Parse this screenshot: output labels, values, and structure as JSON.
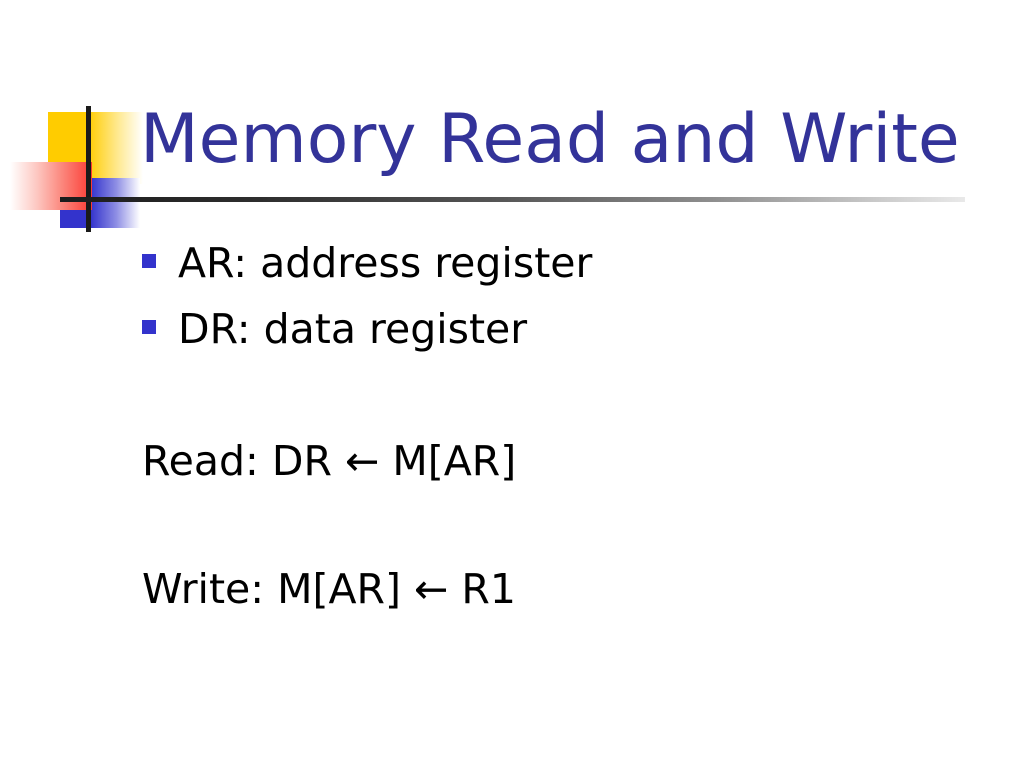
{
  "slide": {
    "title": "Memory Read and Write",
    "title_color": "#333399",
    "background_color": "#FFFFFF",
    "logo": {
      "yellow_color": "#FFCC00",
      "red_color": "#FB3A33",
      "blue_color": "#3333CC",
      "rule_color": "#1A1A1A"
    },
    "bullets": [
      {
        "marker": "square-bullet",
        "text": "AR: address register"
      },
      {
        "marker": "square-bullet",
        "text": "DR: data register"
      }
    ],
    "lines": [
      {
        "text": "Read:  DR ← M[AR]"
      },
      {
        "text": "Write:  M[AR] ← R1"
      }
    ]
  }
}
